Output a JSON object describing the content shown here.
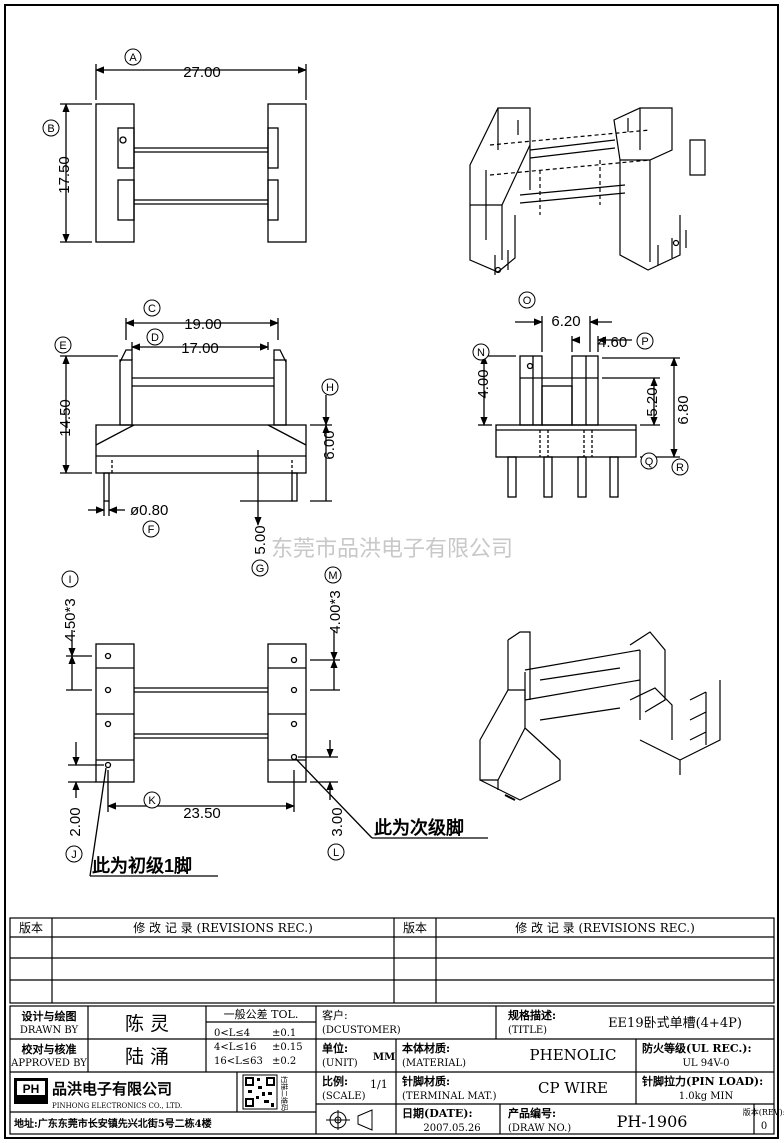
{
  "top_view": {
    "circle_a": "A",
    "dim_width": "27.00",
    "circle_b": "B",
    "dim_height": "17.50"
  },
  "front_view": {
    "circle_c": "C",
    "dim_c": "19.00",
    "circle_d": "D",
    "dim_d": "17.00",
    "circle_e": "E",
    "dim_e": "14.50",
    "circle_h": "H",
    "dim_h": "6.00",
    "dim_pin": "ø0.80",
    "circle_f": "F",
    "dim_g": "5.00",
    "circle_g": "G"
  },
  "side_view": {
    "circle_o": "O",
    "dim_o": "6.20",
    "dim_p": "4.60",
    "circle_p": "P",
    "circle_n": "N",
    "dim_n": "4.00",
    "dim_q": "5.20",
    "circle_q": "Q",
    "dim_r": "6.80",
    "circle_r": "R"
  },
  "bottom_view": {
    "circle_i": "I",
    "dim_i": "4.50*3",
    "circle_m": "M",
    "dim_m": "4.00*3",
    "circle_k": "K",
    "dim_k": "23.50",
    "dim_j": "2.00",
    "circle_j": "J",
    "dim_l": "3.00",
    "circle_l": "L",
    "note_secondary": "此为次级脚",
    "note_primary": "此为初级1脚"
  },
  "watermark": "东莞市品洪电子有限公司",
  "revisions": {
    "col_version": "版本",
    "col_records": "修 改 记 录 (REVISIONS REC.)",
    "col_version_2": "版本",
    "col_records_2": "修 改 记 录 (REVISIONS REC.)"
  },
  "title_block": {
    "designer_label": "设计与绘图",
    "designer_label_en": "DRAWN BY",
    "designer_name": "陈 灵",
    "approver_label": "校对与核准",
    "approver_label_en": "APPROVED BY",
    "approver_name": "陆 涌",
    "tol_title": "一般公差 TOL.",
    "tol_rows": [
      {
        "range": "0<L≤4",
        "value": "±0.1"
      },
      {
        "range": "4<L≤16",
        "value": "±0.15"
      },
      {
        "range": "16<L≤63",
        "value": "±0.2"
      }
    ],
    "customer_label": "客户:",
    "customer_label_en": "(DCUSTOMER)",
    "spec_label": "规格描述:",
    "spec_label_en": "(TITLE)",
    "spec_value": "EE19卧式单槽(4+4P)",
    "unit_label": "单位:",
    "unit_label_en": "(UNIT)",
    "unit_value": "MM",
    "material_label": "本体材质:",
    "material_label_en": "(MATERIAL)",
    "material_value": "PHENOLIC",
    "fire_label": "防火等级(UL REC.):",
    "fire_value": "UL 94V-0",
    "scale_label": "比例:",
    "scale_label_en": "(SCALE)",
    "scale_value": "1/1",
    "terminal_label": "针脚材质:",
    "terminal_label_en": "(TERMINAL MAT.)",
    "terminal_value": "CP WIRE",
    "pinload_label": "针脚拉力(PIN LOAD):",
    "pinload_value": "1.0kg MIN",
    "date_label": "日期(DATE):",
    "date_value": "2007.05.26",
    "drawno_label": "产品编号:",
    "drawno_label_en": "(DRAW NO.)",
    "drawno_value": "PH-1906",
    "rev_label": "版本(REV):",
    "rev_value": "0",
    "company_name": "品洪电子有限公司",
    "company_name_en": "PINHONG ELECTRONICS CO., LTD.",
    "company_address": "地址:广东东莞市长安镇先兴北街5号二栋4楼",
    "qr_caption": "扫描二维码"
  }
}
